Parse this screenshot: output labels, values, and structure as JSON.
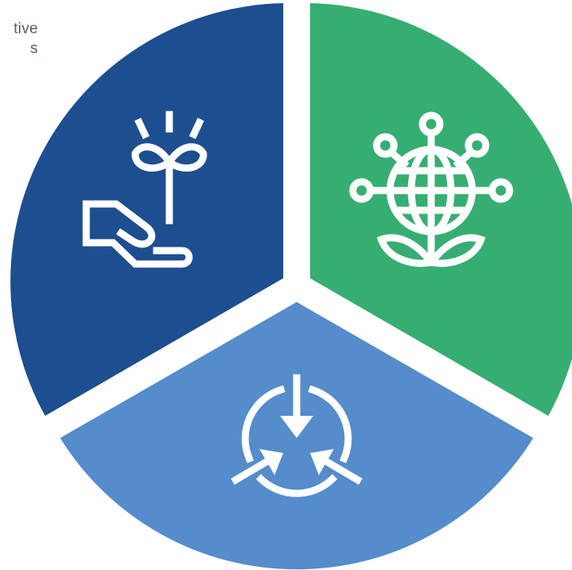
{
  "corner_text": {
    "line1": "tive",
    "line2": "s"
  },
  "segments": [
    {
      "id": "left",
      "icon": "hand-holding-sprout-icon",
      "color": "#1d4e8f"
    },
    {
      "id": "right",
      "icon": "globe-with-leaves-and-network-nodes-icon",
      "color": "#36ae72"
    },
    {
      "id": "bottom",
      "icon": "three-arrows-converging-circle-icon",
      "color": "#558ccc"
    }
  ]
}
